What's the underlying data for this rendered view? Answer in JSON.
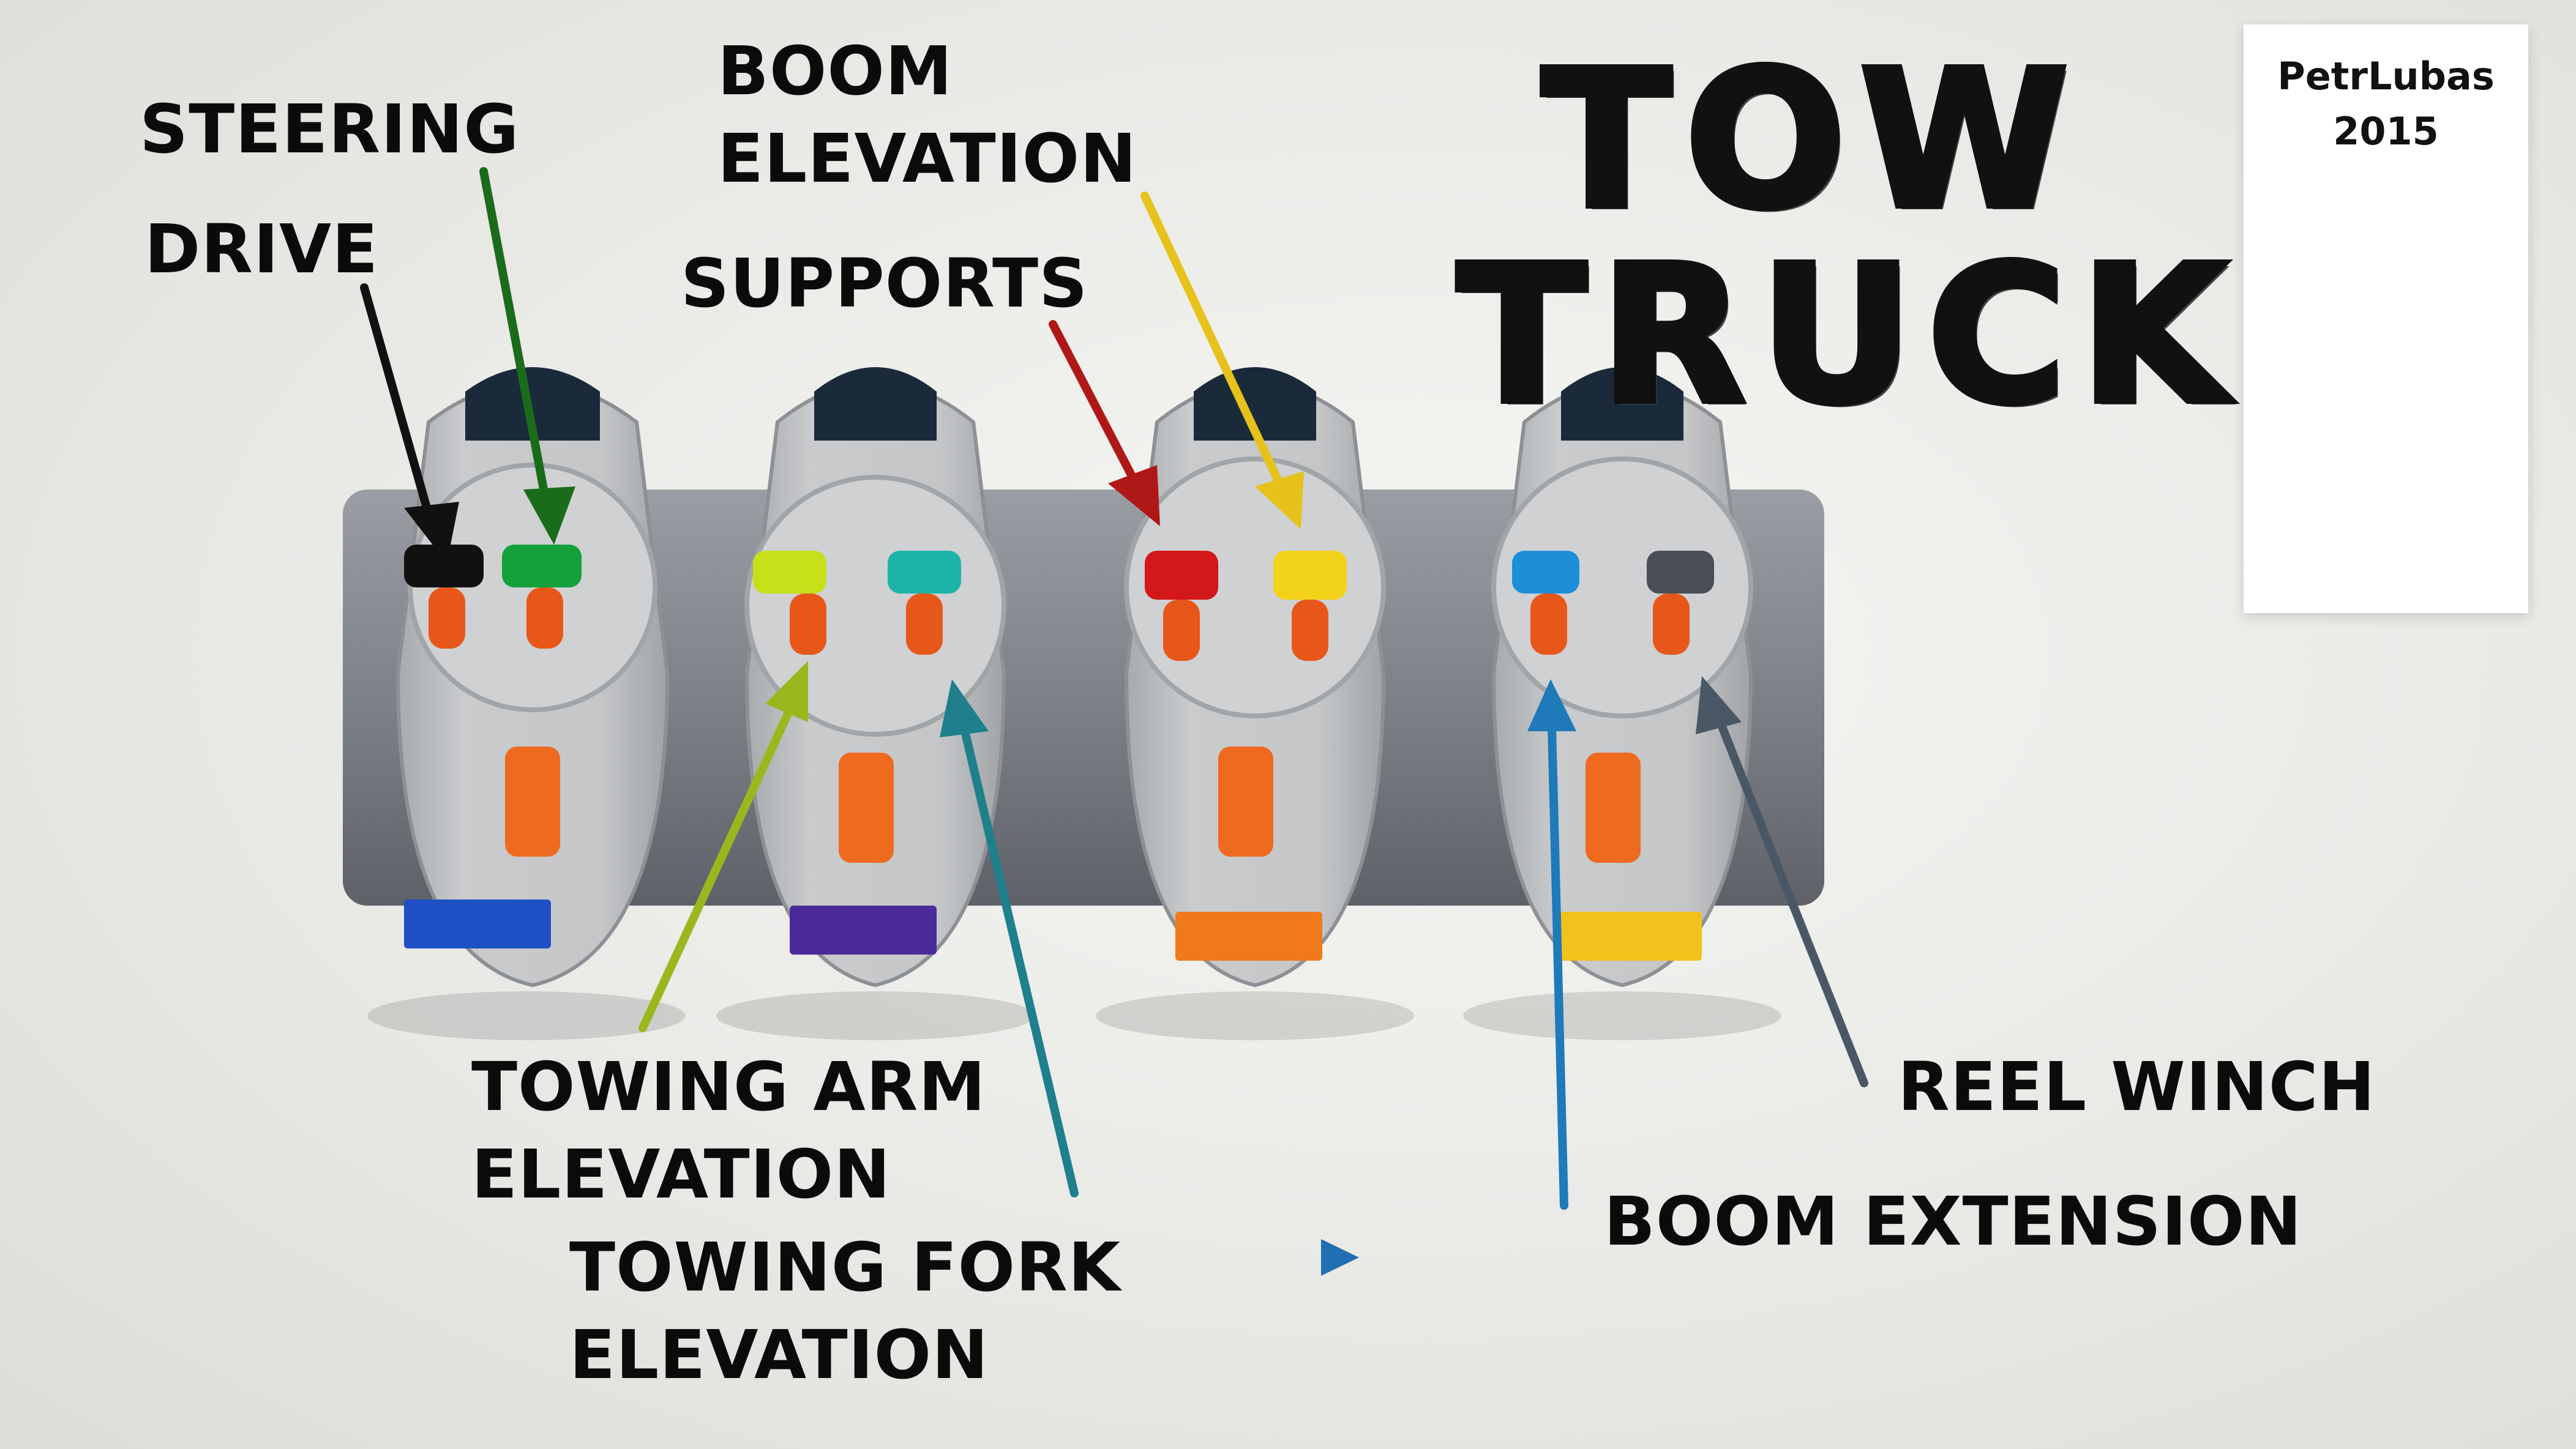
{
  "title": "TOW\nTRUCK",
  "credit": "PetrLubas\n2015",
  "labels": {
    "steering": "STEERING",
    "drive": "DRIVE",
    "boom_elevation": "BOOM\nELEVATION",
    "supports": "SUPPORTS",
    "towing_arm_elevation": "TOWING ARM\nELEVATION",
    "towing_fork_elevation": "TOWING FORK\nELEVATION",
    "reel_winch": "REEL WINCH",
    "boom_extension": "BOOM EXTENSION"
  },
  "remotes": [
    {
      "plate_color": "#1e4fc4",
      "levers": [
        {
          "color": "#111111",
          "function": "DRIVE"
        },
        {
          "color": "#14a03a",
          "function": "STEERING"
        }
      ]
    },
    {
      "plate_color": "#4a2a9a",
      "levers": [
        {
          "color": "#c6e01a",
          "function": "TOWING ARM ELEVATION"
        },
        {
          "color": "#1db3a8",
          "function": "TOWING FORK ELEVATION"
        }
      ]
    },
    {
      "plate_color": "#f07a1a",
      "levers": [
        {
          "color": "#d21818",
          "function": "SUPPORTS"
        },
        {
          "color": "#f2d21a",
          "function": "BOOM ELEVATION"
        }
      ]
    },
    {
      "plate_color": "#f2c21c",
      "levers": [
        {
          "color": "#1d8fd8",
          "function": "BOOM EXTENSION"
        },
        {
          "color": "#4a4e55",
          "function": "REEL WINCH"
        }
      ]
    }
  ],
  "arrow_colors": {
    "drive": "#111111",
    "steering": "#1a6b1a",
    "supports": "#b01818",
    "boom_elevation": "#e6c21a",
    "towing_arm_elevation": "#9ab81e",
    "towing_fork_elevation": "#1f7f8c",
    "boom_extension": "#1e7ab8",
    "reel_winch": "#4a5866"
  }
}
